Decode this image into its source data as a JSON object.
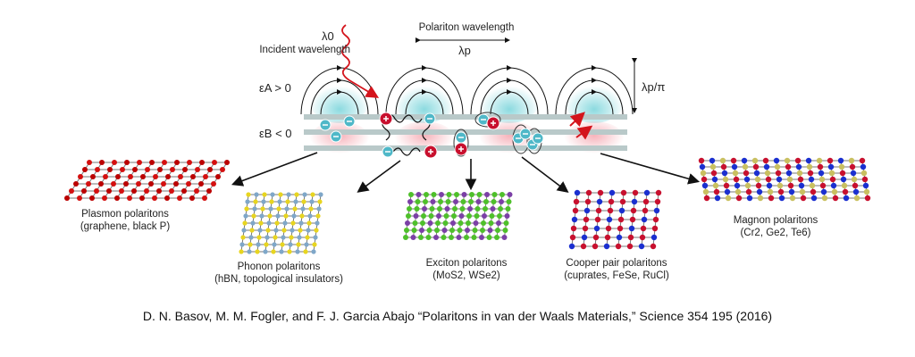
{
  "labels": {
    "lambda0": "λ0",
    "incident": "Incident wavelength",
    "polariton_wavelength": "Polariton wavelength",
    "lambda_p": "λp",
    "eps_a": "εA > 0",
    "eps_b": "εB < 0",
    "lambda_p_pi": "λp/π"
  },
  "materials": [
    {
      "name": "Plasmon polaritons",
      "examples": "(graphene, black P)"
    },
    {
      "name": "Phonon polaritons",
      "examples": "(hBN, topological insulators)"
    },
    {
      "name": "Exciton polaritons",
      "examples": "(MoS2, WSe2)"
    },
    {
      "name": "Cooper pair polaritons",
      "examples": "(cuprates, FeSe, RuCl)"
    },
    {
      "name": "Magnon polaritons",
      "examples": "(Cr2, Ge2, Te6)"
    }
  ],
  "citation": "D. N. Basov, M. M. Fogler, and F. J. Garcia Abajo “Polaritons in van der Waals Materials,” Science 354 195 (2016)",
  "colors": {
    "layer": "#b9c9c9",
    "field": "#7fd6dc",
    "charge_pos": "#c8102e",
    "charge_neg": "#4fb8c8",
    "accent": "#d4141c"
  }
}
